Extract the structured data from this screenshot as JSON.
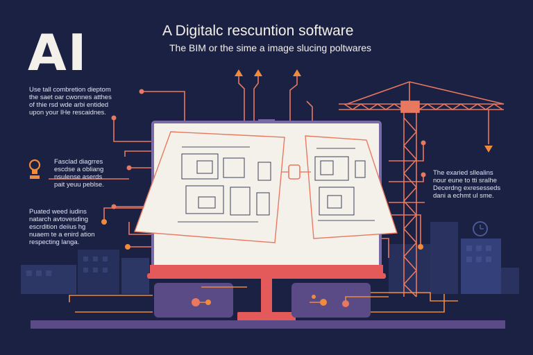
{
  "logo_text": "AI",
  "title": "A Digitalc rescuntion software",
  "subtitle": "The BIM or the sime a image slucing poltwares",
  "notes": {
    "top_left": "Use tall combretion dieptom\nthe saet oar cwonnes atthes\nof thie rsd wde arbi entided\nupon your IHe rescaidnes.",
    "mid_left": "Fasclad diagrres\nescdse a obliang\nnsulense aserds\npait yeuu peblse.",
    "bottom_left": "Puated weed iudins\nnatarch avtovesding\nescrdition deiius hg\nnuaem te a enird ation\nrespecting langa.",
    "right": "The exaried sllealins\nnour eune to tti sralhe\nDecerdng exresesseds\ndani a echmt ul sme."
  },
  "colors": {
    "background": "#1b2142",
    "accent_orange": "#f08a3c",
    "accent_salmon": "#e97860",
    "screen": "#f4f1ea",
    "frame_red": "#e45a5a",
    "panel_purple": "#5a4a86"
  }
}
